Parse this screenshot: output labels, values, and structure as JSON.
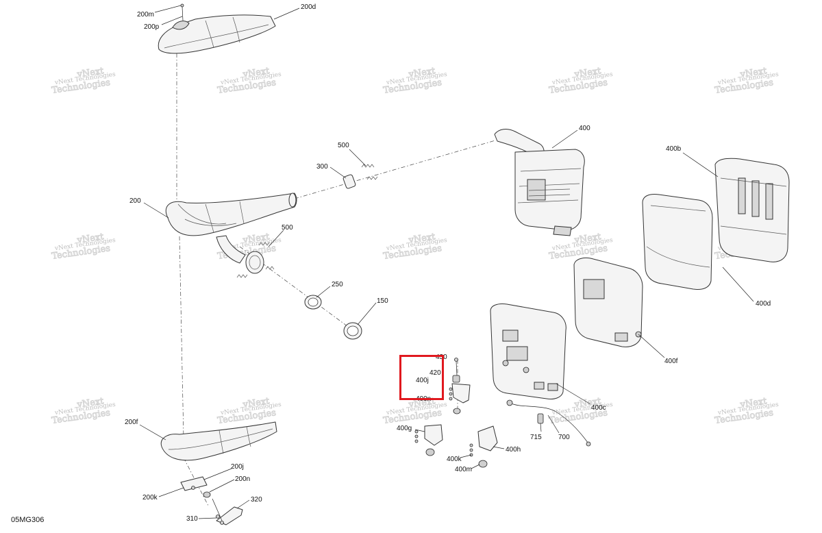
{
  "diagram": {
    "code": "05MG306",
    "watermark": {
      "line1": "vNext",
      "line2": "Technologies"
    },
    "callouts": [
      {
        "id": "c200m",
        "text": "200m"
      },
      {
        "id": "c200p",
        "text": "200p"
      },
      {
        "id": "c200d",
        "text": "200d"
      },
      {
        "id": "c400",
        "text": "400"
      },
      {
        "id": "c400b",
        "text": "400b"
      },
      {
        "id": "c500a",
        "text": "500"
      },
      {
        "id": "c300",
        "text": "300"
      },
      {
        "id": "c200",
        "text": "200"
      },
      {
        "id": "c500b",
        "text": "500"
      },
      {
        "id": "c250",
        "text": "250"
      },
      {
        "id": "c150",
        "text": "150"
      },
      {
        "id": "c400d",
        "text": "400d"
      },
      {
        "id": "c400f",
        "text": "400f"
      },
      {
        "id": "c430",
        "text": "430"
      },
      {
        "id": "c420",
        "text": "420"
      },
      {
        "id": "c400j",
        "text": "400j"
      },
      {
        "id": "c400n",
        "text": "400n"
      },
      {
        "id": "c400c",
        "text": "400c"
      },
      {
        "id": "c400g",
        "text": "400g"
      },
      {
        "id": "c715",
        "text": "715"
      },
      {
        "id": "c700",
        "text": "700"
      },
      {
        "id": "c400h",
        "text": "400h"
      },
      {
        "id": "c400k",
        "text": "400k"
      },
      {
        "id": "c400m",
        "text": "400m"
      },
      {
        "id": "c200f",
        "text": "200f"
      },
      {
        "id": "c200j",
        "text": "200j"
      },
      {
        "id": "c200n",
        "text": "200n"
      },
      {
        "id": "c200k",
        "text": "200k"
      },
      {
        "id": "c320",
        "text": "320"
      },
      {
        "id": "c310",
        "text": "310"
      }
    ],
    "highlight_color": "#e0181e"
  }
}
